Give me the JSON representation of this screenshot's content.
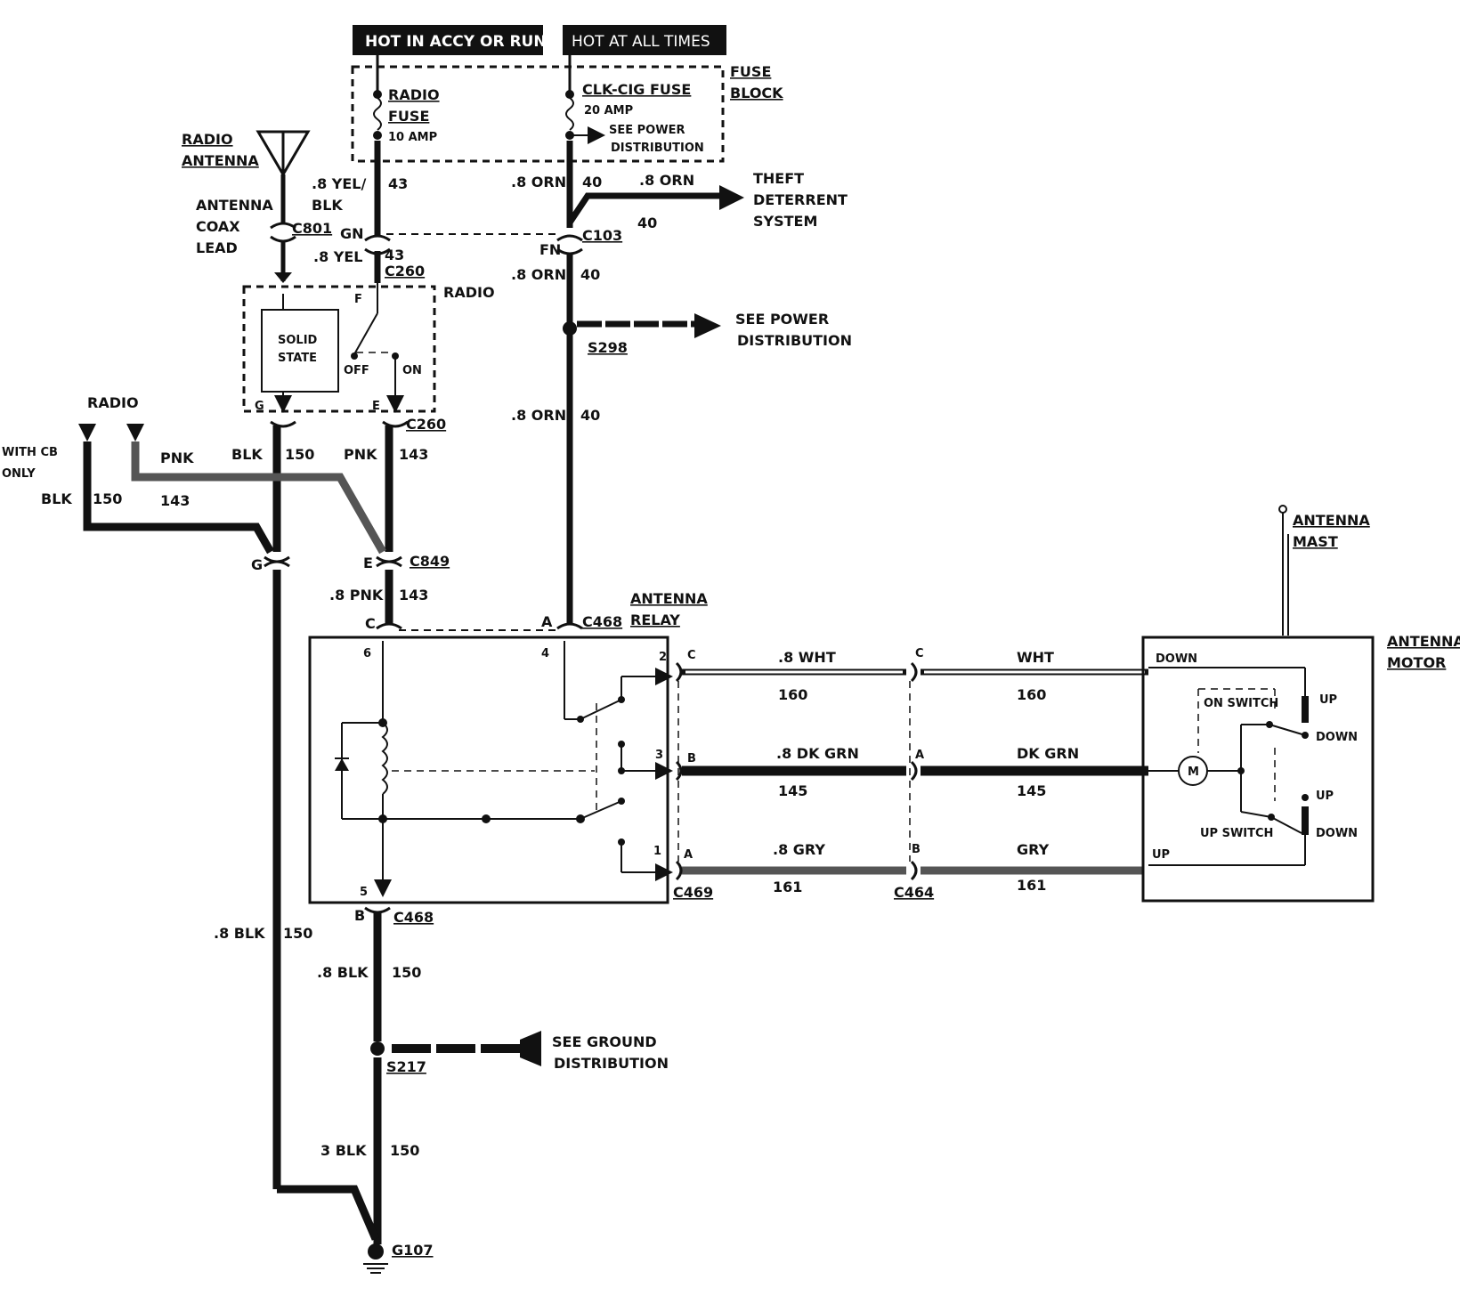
{
  "headers": {
    "accy_run": "HOT IN ACCY OR RUN",
    "all_times": "HOT AT ALL TIMES"
  },
  "fuse_block": {
    "line1": "FUSE",
    "line2": "BLOCK"
  },
  "radio_fuse": {
    "line1": "RADIO",
    "line2": "FUSE",
    "rating": "10 AMP"
  },
  "clk_fuse": {
    "name": "CLK-CIG FUSE",
    "rating": "20 AMP",
    "see1": "SEE POWER",
    "see2": "DISTRIBUTION"
  },
  "radio_antenna": {
    "line1": "RADIO",
    "line2": "ANTENNA"
  },
  "coax": {
    "line1": "ANTENNA",
    "line2": "COAX",
    "line3": "LEAD"
  },
  "theft": {
    "line1": "THEFT",
    "line2": "DETERRENT",
    "line3": "SYSTEM"
  },
  "see_power": {
    "line1": "SEE POWER",
    "line2": "DISTRIBUTION"
  },
  "see_ground": {
    "line1": "SEE GROUND",
    "line2": "DISTRIBUTION"
  },
  "radio_box": {
    "title": "RADIO",
    "solid1": "SOLID",
    "solid2": "STATE",
    "off": "OFF",
    "on": "ON",
    "pin_f": "F",
    "pin_g": "G",
    "pin_e": "E"
  },
  "radio_cb": {
    "label": "RADIO",
    "with_cb1": "WITH CB",
    "with_cb2": "ONLY"
  },
  "antenna_relay": {
    "line1": "ANTENNA",
    "line2": "RELAY",
    "pin6": "6",
    "pin4": "4",
    "pin5": "5",
    "pin2": "2",
    "pin3": "3",
    "pin1": "1"
  },
  "antenna_mast": {
    "line1": "ANTENNA",
    "line2": "MAST"
  },
  "antenna_motor": {
    "line1": "ANTENNA",
    "line2": "MOTOR",
    "down": "DOWN",
    "up": "UP",
    "on_switch": "ON SWITCH",
    "up_switch": "UP SWITCH",
    "m": "M",
    "up1": "UP",
    "down1": "DOWN",
    "up2": "UP",
    "down2": "DOWN"
  },
  "connectors": {
    "c801": "C801",
    "c260_top": "C260",
    "c260_bot": "C260",
    "c103": "C103",
    "s298": "S298",
    "c849": "C849",
    "c468_top": "C468",
    "c468_bot": "C468",
    "c469": "C469",
    "c464": "C464",
    "s217": "S217",
    "g107": "G107"
  },
  "pins": {
    "gn": "GN",
    "fn": "FN",
    "g": "G",
    "e": "E",
    "c": "C",
    "a": "A",
    "b": "B",
    "c469_c": "C",
    "c469_b": "B",
    "c469_a": "A",
    "c464_c": "C",
    "c464_a": "A",
    "c464_b": "B"
  },
  "wires": {
    "w43_color1": ".8 YEL/",
    "w43_color2": "BLK",
    "w43_num": "43",
    "w43b_color": ".8 YEL",
    "w43b_num": "43",
    "w40a_color": ".8 ORN",
    "w40a_num": "40",
    "w40t_color": ".8 ORN",
    "w40t_num": "40",
    "w40b_color": ".8 ORN",
    "w40b_num": "40",
    "w40c_color": ".8 ORN",
    "w40c_num": "40",
    "blk150_color": "BLK",
    "blk150_num": "150",
    "pnk143_color": "PNK",
    "pnk143_num": "143",
    "pnk_cb_color": "PNK",
    "pnk_cb_num": "143",
    "blk_cb_color": "BLK",
    "blk_cb_num": "150",
    "pnk8_color": ".8 PNK",
    "pnk8_num": "143",
    "blk8_left_color": ".8 BLK",
    "blk8_left_num": "150",
    "blk8_right_color": ".8 BLK",
    "blk8_right_num": "150",
    "blk3_color": "3 BLK",
    "blk3_num": "150",
    "wht_color_a": ".8 WHT",
    "wht_num_a": "160",
    "wht_color_b": "WHT",
    "wht_num_b": "160",
    "grn_color_a": ".8 DK GRN",
    "grn_num_a": "145",
    "grn_color_b": "DK GRN",
    "grn_num_b": "145",
    "gry_color_a": ".8 GRY",
    "gry_num_a": "161",
    "gry_color_b": "GRY",
    "gry_num_b": "161"
  }
}
